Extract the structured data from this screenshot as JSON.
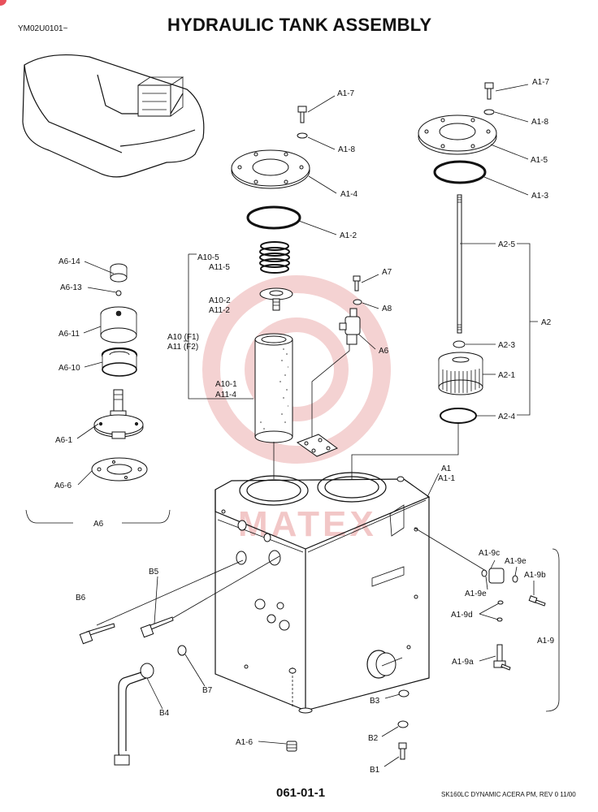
{
  "header": {
    "doc_code": "YM02U0101~",
    "title": "HYDRAULIC TANK ASSEMBLY"
  },
  "footer": {
    "page_number": "061-01-1",
    "model_rev": "SK160LC DYNAMIC ACERA PM,  REV 0 11/00"
  },
  "watermark": {
    "text": "MATEX",
    "color": "#f2c7c7"
  },
  "callouts": {
    "a1_7_top": "A1-7",
    "a1_8_top": "A1-8",
    "a1_5": "A1-5",
    "a1_3": "A1-3",
    "a1_7_mid": "A1-7",
    "a1_8_mid": "A1-8",
    "a1_4": "A1-4",
    "a1_2": "A1-2",
    "a10_5": "A10-5",
    "a11_5": "A11-5",
    "a10_2": "A10-2",
    "a11_2": "A11-2",
    "a10_f1": "A10 (F1)",
    "a11_f2": "A11 (F2)",
    "a10_1": "A10-1",
    "a11_4": "A11-4",
    "a7": "A7",
    "a8": "A8",
    "a6": "A6",
    "a2_5": "A2-5",
    "a2": "A2",
    "a2_3": "A2-3",
    "a2_1": "A2-1",
    "a2_4": "A2-4",
    "a6_14": "A6-14",
    "a6_13": "A6-13",
    "a6_11": "A6-11",
    "a6_10": "A6-10",
    "a6_1": "A6-1",
    "a6_6": "A6-6",
    "a6_group": "A6",
    "a1": "A1",
    "a1_1": "A1-1",
    "a1_9c": "A1-9c",
    "a1_9e_r": "A1-9e",
    "a1_9e_l": "A1-9e",
    "a1_9b": "A1-9b",
    "a1_9d": "A1-9d",
    "a1_9": "A1-9",
    "a1_9a": "A1-9a",
    "b5": "B5",
    "b6": "B6",
    "b7": "B7",
    "b4": "B4",
    "b3": "B3",
    "b2": "B2",
    "b1": "B1",
    "a1_6": "A1-6"
  }
}
